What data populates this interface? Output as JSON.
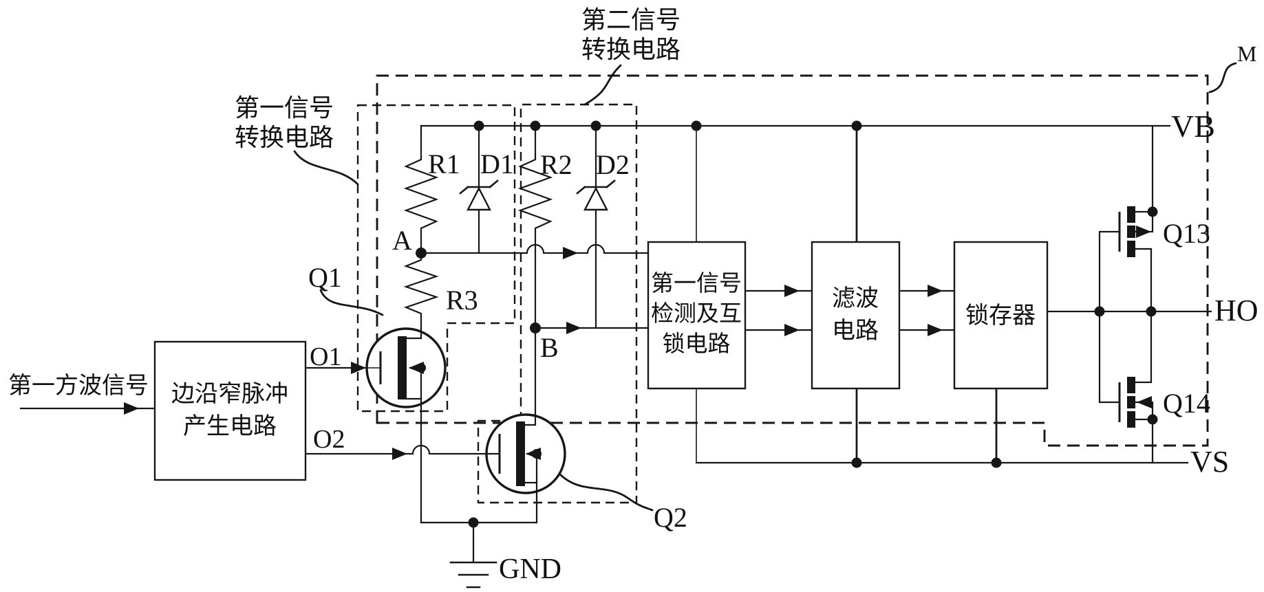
{
  "diagram": {
    "module": "M",
    "input_label": "第一方波信号",
    "terminals": {
      "vb": "VB",
      "ho": "HO",
      "vs": "VS",
      "gnd": "GND"
    },
    "nodes": {
      "a": "A",
      "b": "B",
      "o1": "O1",
      "o2": "O2"
    },
    "components": {
      "r1": "R1",
      "r2": "R2",
      "r3": "R3",
      "d1": "D1",
      "d2": "D2",
      "q1": "Q1",
      "q2": "Q2",
      "q13": "Q13",
      "q14": "Q14"
    },
    "blocks": {
      "pulse_generator": {
        "line1": "边沿窄脉冲",
        "line2": "产生电路"
      },
      "detection": {
        "line1": "第一信号",
        "line2": "检测及互",
        "line3": "锁电路"
      },
      "filter": {
        "line1": "滤波",
        "line2": "电路"
      },
      "latch": {
        "label": "锁存器"
      }
    },
    "region_labels": {
      "first_conversion": {
        "line1": "第一信号",
        "line2": "转换电路"
      },
      "second_conversion": {
        "line1": "第二信号",
        "line2": "转换电路"
      }
    },
    "colors": {
      "ink": "#161616",
      "background": "#ffffff"
    }
  }
}
